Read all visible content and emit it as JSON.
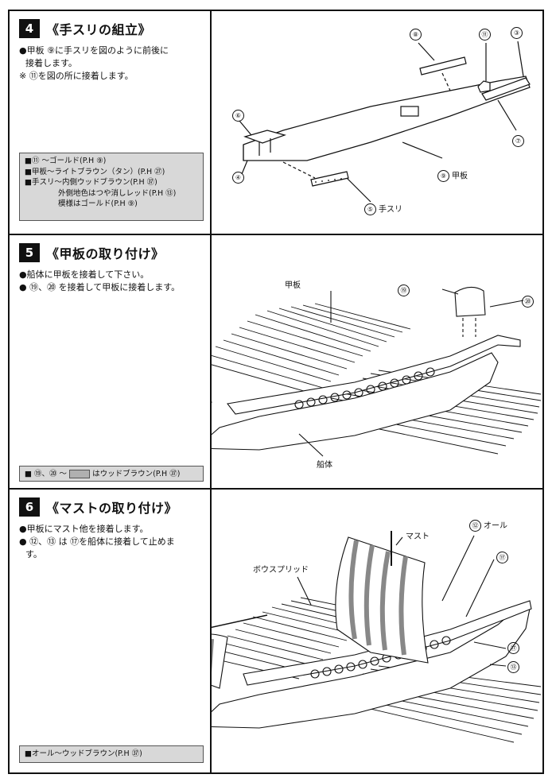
{
  "steps": [
    {
      "number": "4",
      "title": "《手スリの組立》",
      "instructions": [
        "●甲板 ⑨に手スリを図のように前後に",
        "接着します。",
        "※ ⑪を図の所に接着します。"
      ],
      "paint_notes": [
        "■⑪ ～ゴールド(P.H ⑨)",
        "■甲板～ライトブラウン（タン）(P.H ㉗)",
        "■手スリ～内側ウッドブラウン(P.H ㊲)",
        "外側地色はつや消しレッド(P.H ⑬)",
        "模様はゴールド(P.H ⑨)"
      ],
      "labels": {
        "n8": "⑧",
        "n11": "⑪",
        "n3": "③",
        "n6": "⑥",
        "n7": "⑦",
        "n4": "④",
        "n9": "⑨",
        "deck": "甲板",
        "n5": "⑤",
        "rail": "手スリ"
      }
    },
    {
      "number": "5",
      "title": "《甲板の取り付け》",
      "instructions": [
        "●船体に甲板を接着して下さい。",
        "● ⑲、⑳ を接着して甲板に接着します。"
      ],
      "paint_notes_prefix": "■ ⑲、⑳ ～",
      "paint_notes_suffix": "はウッドブラウン(P.H ㊲)",
      "labels": {
        "deck": "甲板",
        "n19": "⑲",
        "n20": "⑳",
        "hull": "船体"
      }
    },
    {
      "number": "6",
      "title": "《マストの取り付け》",
      "instructions": [
        "●甲板にマスト他を接着します。",
        "● ⑫、⑬ は ⑰を船体に接着して止めま",
        "す。"
      ],
      "paint_notes": [
        "■オール～ウッドブラウン(P.H ㊲)"
      ],
      "labels": {
        "mast": "マスト",
        "n12": "⑫",
        "oar": "オール",
        "n17a": "⑰",
        "bowsprit": "ボウスプリッド",
        "n17b": "⑰",
        "n13": "⑬"
      }
    }
  ]
}
